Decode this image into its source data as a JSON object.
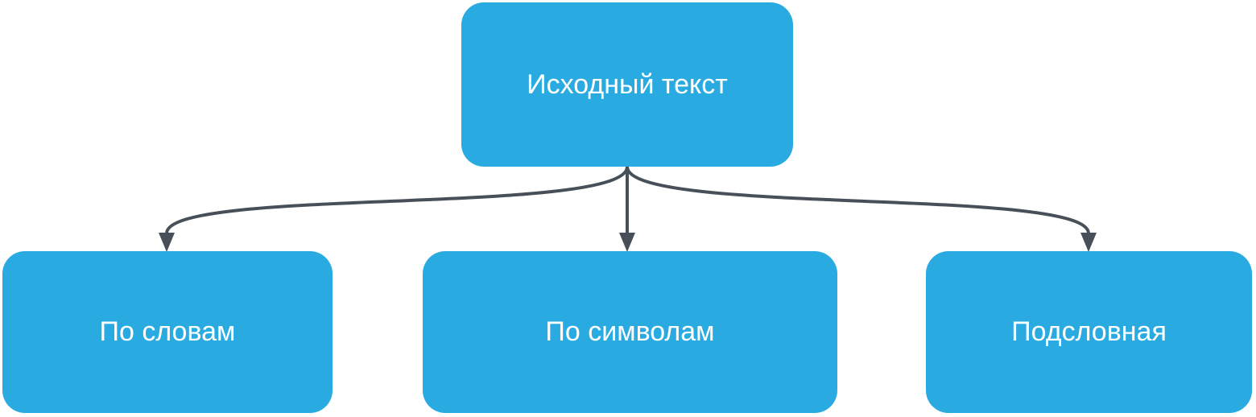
{
  "diagram": {
    "nodes": {
      "root": {
        "label": "Исходный текст"
      },
      "child1": {
        "label": "По словам"
      },
      "child2": {
        "label": "По символам"
      },
      "child3": {
        "label": "Подсловная"
      }
    },
    "edges": [
      {
        "from": "root",
        "to": "child1"
      },
      {
        "from": "root",
        "to": "child2"
      },
      {
        "from": "root",
        "to": "child3"
      }
    ],
    "colors": {
      "node_fill": "#29abe2",
      "node_text": "#ffffff",
      "arrow": "#475058",
      "background": "#ffffff"
    }
  }
}
